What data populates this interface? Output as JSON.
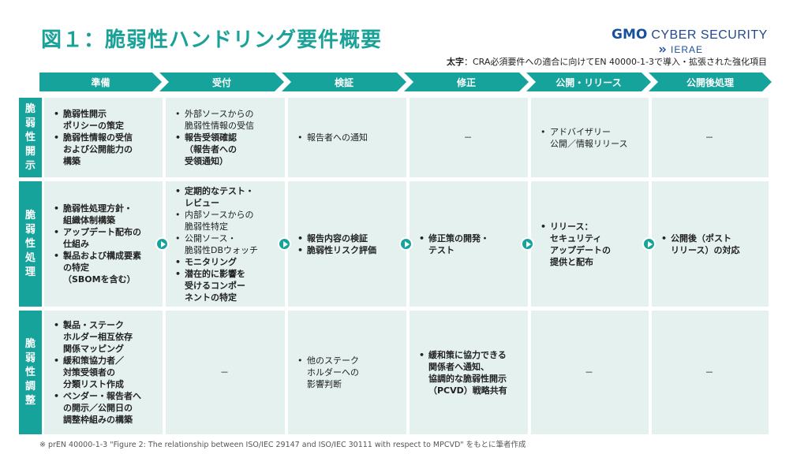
{
  "title": "図１：脆弱性ハンドリング要件概要",
  "logo": {
    "brand": "GMO",
    "name": "CYBER SECURITY",
    "sub": "IERAE"
  },
  "legend": {
    "bold_label": "太字",
    "text": "：CRA必須要件への適合に向けてEN 40000-1-3で導入・拡張された強化項目"
  },
  "phases": [
    "準備",
    "受付",
    "検証",
    "修正",
    "公開・リリース",
    "公開後処理"
  ],
  "rows": [
    {
      "label": [
        "脆",
        "弱",
        "性",
        "開",
        "示"
      ],
      "cells": [
        {
          "items": [
            {
              "text": "脆弱性開示\nポリシーの策定",
              "bold": true
            },
            {
              "text": "脆弱性情報の受信\nおよび公開能力の\n構築",
              "bold": true
            }
          ]
        },
        {
          "items": [
            {
              "text": "外部ソースからの\n脆弱性情報の受信",
              "bold": false
            },
            {
              "text": "報告受領確認\n（報告者への\n受領通知）",
              "bold": true
            }
          ]
        },
        {
          "items": [
            {
              "text": "報告者への通知",
              "bold": false
            }
          ]
        },
        {
          "dash": "－"
        },
        {
          "items": [
            {
              "text": "アドバイザリー\n公開／情報リリース",
              "bold": false
            }
          ]
        },
        {
          "dash": "－"
        }
      ]
    },
    {
      "label": [
        "脆",
        "弱",
        "性",
        "処",
        "理"
      ],
      "cells": [
        {
          "items": [
            {
              "text": "脆弱性処理方針・\n組織体制構築",
              "bold": true
            },
            {
              "text": "アップデート配布の\n仕組み",
              "bold": true
            },
            {
              "text": "製品および構成要素\nの特定\n（SBOMを含む）",
              "bold": true
            }
          ]
        },
        {
          "items": [
            {
              "text": "定期的なテスト・\nレビュー",
              "bold": true
            },
            {
              "text": "内部ソースからの\n脆弱性特定",
              "bold": false
            },
            {
              "text": "公開ソース・\n脆弱性DBウォッチ",
              "bold": false
            },
            {
              "text": "モニタリング",
              "bold": true
            },
            {
              "text": "潜在的に影響を\n受けるコンポー\nネントの特定",
              "bold": true
            }
          ]
        },
        {
          "items": [
            {
              "text": "報告内容の検証",
              "bold": true
            },
            {
              "text": "脆弱性リスク評価",
              "bold": true
            }
          ]
        },
        {
          "items": [
            {
              "text": "修正策の開発・\nテスト",
              "bold": true
            }
          ]
        },
        {
          "items": [
            {
              "text": "リリース：\nセキュリティ\nアップデートの\n提供と配布",
              "bold": true
            }
          ]
        },
        {
          "items": [
            {
              "text": "公開後（ポスト\nリリース）の対応",
              "bold": true
            }
          ]
        }
      ]
    },
    {
      "label": [
        "脆",
        "弱",
        "性",
        "調",
        "整"
      ],
      "cells": [
        {
          "items": [
            {
              "text": "製品・ステーク\nホルダー相互依存\n関係マッピング",
              "bold": true
            },
            {
              "text": "緩和策協力者／\n対策受領者の\n分類リスト作成",
              "bold": true
            },
            {
              "text": "ベンダー・報告者へ\nの開示／公開日の\n調整枠組みの構築",
              "bold": true
            }
          ]
        },
        {
          "dash": "－"
        },
        {
          "items": [
            {
              "text": "他のステーク\nホルダーへの\n影響判断",
              "bold": false
            }
          ]
        },
        {
          "items": [
            {
              "text": "緩和策に協力できる\n関係者へ通知、\n協調的な脆弱性開示\n（PCVD）戦略共有",
              "bold": true
            }
          ]
        },
        {
          "dash": "－"
        },
        {
          "dash": "－"
        }
      ]
    }
  ],
  "footnote": "※ prEN 40000-1-3 \"Figure 2: The relationship between ISO/IEC 29147 and ISO/IEC 30111 with respect to MPCVD\" をもとに筆者作成"
}
